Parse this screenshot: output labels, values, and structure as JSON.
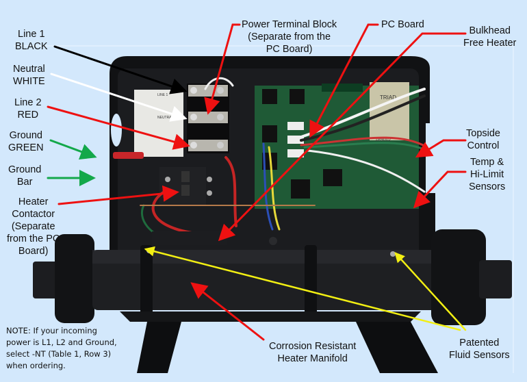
{
  "diagram": {
    "colors": {
      "background": "#d3e8fc",
      "arrow_red": "#ee1111",
      "arrow_black": "#000000",
      "arrow_white": "#ffffff",
      "arrow_green": "#13a84a",
      "arrow_yellow": "#f2ef13"
    },
    "labels": {
      "line1": [
        "Line 1",
        "BLACK"
      ],
      "neutral": [
        "Neutral",
        "WHITE"
      ],
      "line2": [
        "Line 2",
        "RED"
      ],
      "ground_green": [
        "Ground",
        "GREEN"
      ],
      "ground_bar": [
        "Ground",
        "Bar"
      ],
      "heater_contactor": [
        "Heater",
        "Contactor",
        "(Separate",
        "from the PC",
        "Board)"
      ],
      "power_terminal_block": [
        "Power Terminal Block",
        "(Separate from the",
        "PC Board)"
      ],
      "pc_board": [
        "PC Board"
      ],
      "bulkhead_free_heater": [
        "Bulkhead",
        "Free Heater"
      ],
      "topside_control": [
        "Topside",
        "Control"
      ],
      "temp_sensors": [
        "Temp &",
        "Hi-Limit",
        "Sensors"
      ],
      "corrosion_manifold": [
        "Corrosion Resistant",
        "Heater Manifold"
      ],
      "fluid_sensors": [
        "Patented",
        "Fluid Sensors"
      ]
    },
    "note": [
      "NOTE: If your incoming",
      "power is L1, L2 and Ground,",
      "select -NT (Table 1, Row 3)",
      "when ordering."
    ],
    "photo_text": {
      "transformer_brand": "TRIAD",
      "transformer_number": "189002",
      "terminal_line1": "LINE 1",
      "terminal_neutral": "NEUTRAL"
    }
  }
}
